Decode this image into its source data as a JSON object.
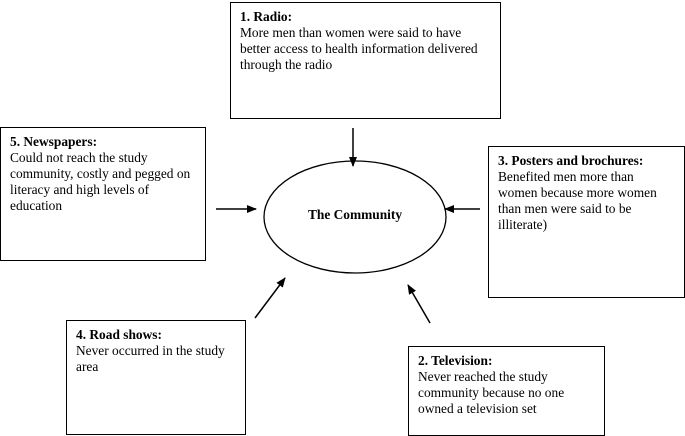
{
  "center": {
    "label": "The Community"
  },
  "boxes": {
    "radio": {
      "title": "1. Radio:",
      "body": "More men than women were said to have better access to health information delivered through the radio"
    },
    "television": {
      "title": "2. Television:",
      "body": "Never reached the study community because no one owned a television set"
    },
    "posters": {
      "title": "3. Posters and brochures:",
      "body": "Benefited men more than women because more women than men were said to be illiterate)"
    },
    "road_shows": {
      "title": "4. Road shows:",
      "body": "Never occurred in the study area"
    },
    "newspapers": {
      "title": "5.  Newspapers:",
      "body": "Could not reach the study community, costly and pegged on literacy and high levels of education"
    }
  }
}
